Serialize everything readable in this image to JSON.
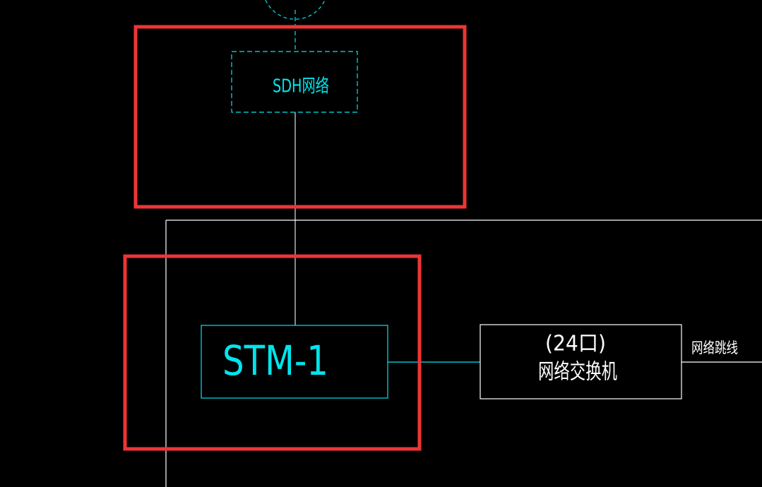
{
  "diagram": {
    "nodes": {
      "sdh_network": {
        "label": "SDH网络"
      },
      "stm1": {
        "label": "STM-1"
      },
      "switch": {
        "label_line1": "(24口)",
        "label_line2": "网络交换机"
      }
    },
    "annotations": {
      "patch_cable": {
        "label": "网络跳线"
      }
    },
    "colors": {
      "background": "#000000",
      "cyan": "#00e5ee",
      "white": "#ffffff",
      "highlight_red": "#ee3535"
    }
  }
}
